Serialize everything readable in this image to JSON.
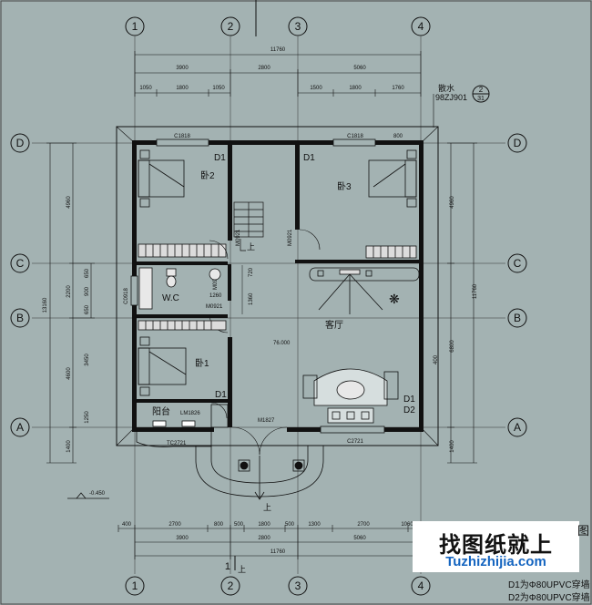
{
  "axes": {
    "top": [
      "1",
      "2",
      "3",
      "4"
    ],
    "bottom": [
      "1",
      "2",
      "3",
      "4"
    ],
    "left": [
      "D",
      "C",
      "B",
      "A"
    ],
    "right": [
      "D",
      "C",
      "B",
      "A"
    ]
  },
  "top_dims": {
    "total": "11760",
    "row2": [
      "3900",
      "2800",
      "5060"
    ],
    "row3": [
      "1050",
      "1800",
      "1050",
      "1500",
      "1800",
      "1760"
    ]
  },
  "bottom_dims": {
    "total": "11760",
    "row2": [
      "3900",
      "2800",
      "5060"
    ],
    "row3": [
      "400",
      "2700",
      "800",
      "500",
      "1800",
      "500",
      "1300",
      "2700",
      "1060"
    ]
  },
  "left_dims": {
    "total": "13160",
    "outer": [
      "4960",
      "2200",
      "650",
      "3450",
      "1250",
      "1400"
    ],
    "inner": [
      "650",
      "900",
      "650",
      "4600"
    ]
  },
  "right_dims": {
    "total": "11760",
    "outer": [
      "4960",
      "6800",
      "1400"
    ],
    "inner": [
      "400"
    ]
  },
  "rooms": {
    "bedroom2": "卧2",
    "bedroom3": "卧3",
    "bedroom1": "卧1",
    "wc": "W.C",
    "living": "客厅",
    "balcony": "阳台"
  },
  "labels": {
    "c1818_left": "C1818",
    "c1818_right": "C1818",
    "d1_a": "D1",
    "d1_b": "D1",
    "d1_c": "D1",
    "d1_d": "D1",
    "d2": "D2",
    "m0921_a": "M0921",
    "m0921_b": "M0921",
    "m0921_c": "M0921",
    "m0921_d": "M0921",
    "c0918": "C0918",
    "lm1826": "LM1826",
    "m1827": "M1827",
    "tc2721": "TC2721",
    "c2721": "C2721",
    "up1": "上",
    "up2": "上",
    "elev": "-0.450",
    "level": "76.000",
    "dim1260": "1260",
    "dim720": "720",
    "dim1360": "1360",
    "scupper": "散水",
    "ref": "98ZJ901",
    "ref_num": "2",
    "ref_den": "31",
    "dim800": "800"
  },
  "watermark": {
    "title": "找图纸就上",
    "url": "Tuzhizhijia.com"
  },
  "fig_glyph": "图",
  "notes": {
    "d1": "D1为Φ80UPVC穿墙",
    "d2": "D2为Φ80UPVC穿墙"
  },
  "bottom_labels": {
    "one": "1",
    "up": "上"
  }
}
